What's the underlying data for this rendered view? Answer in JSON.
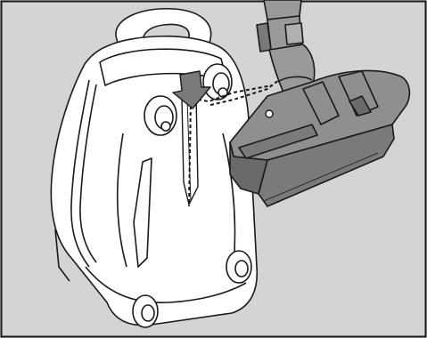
{
  "illustration": {
    "subject": "vacuum-cleaner-parking-position",
    "parts": {
      "cleaner_body": "vacuum-body",
      "floorhead": "floorhead",
      "wand": "suction-wand",
      "parking_clip": "parking-clip",
      "arrow": "insert-direction-arrow"
    },
    "colors": {
      "background": "#d4d4d4",
      "body_fill": "#ffffff",
      "outline": "#1a1a1a",
      "floorhead_fill": "#8f8f8f",
      "floorhead_dark": "#6a6a6a",
      "wand_fill": "#9a9a9a",
      "arrow_fill": "#7a7a7a"
    }
  }
}
